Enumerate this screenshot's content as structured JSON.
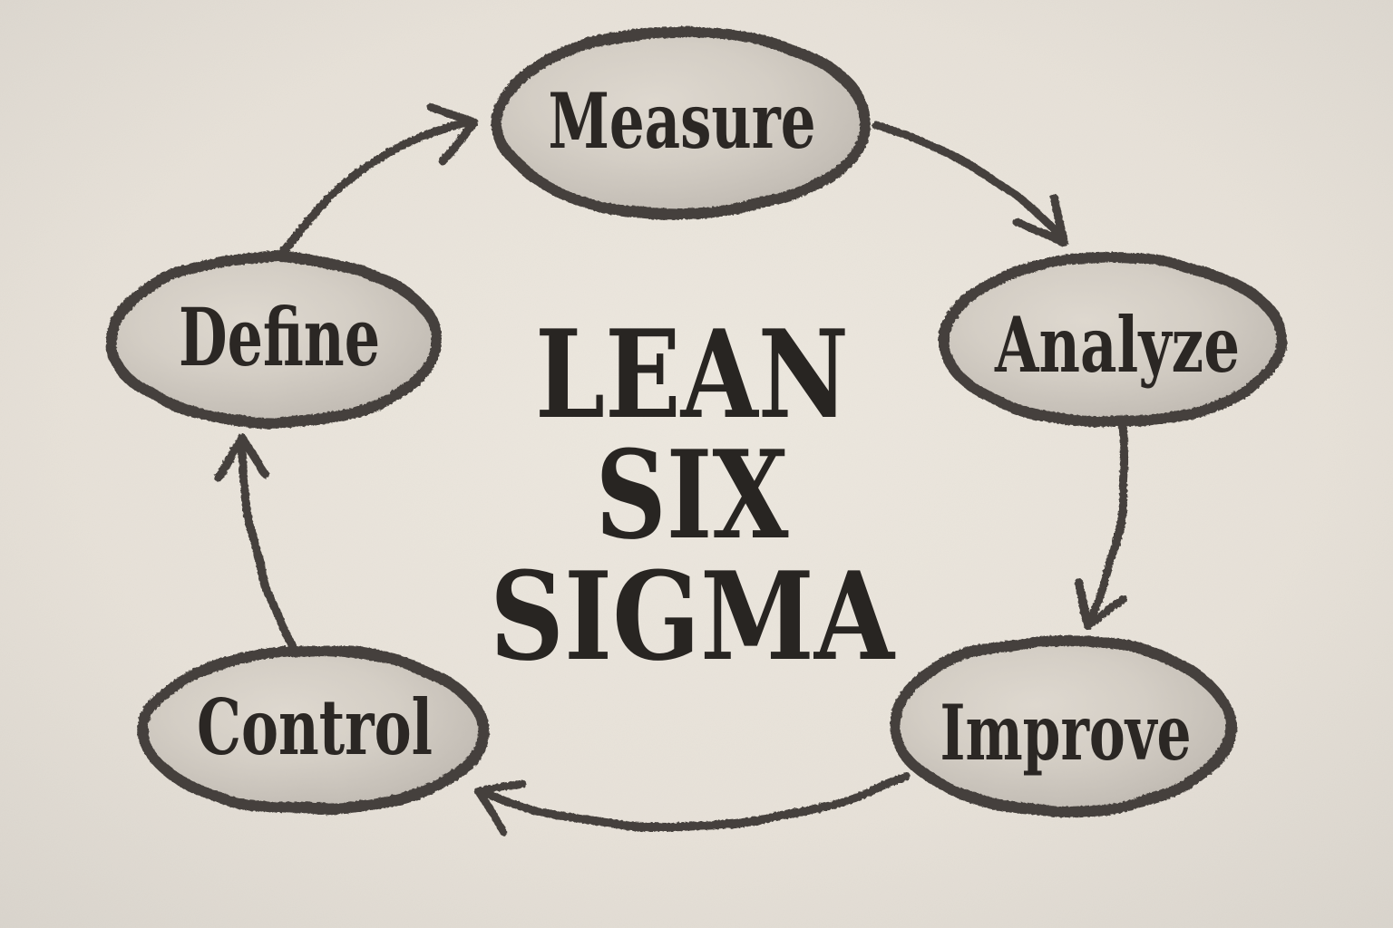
{
  "diagram": {
    "center_title": {
      "lines": [
        "LEAN",
        "SIX",
        "SIGMA"
      ]
    },
    "nodes": [
      {
        "id": "define",
        "label": "Define"
      },
      {
        "id": "measure",
        "label": "Measure"
      },
      {
        "id": "analyze",
        "label": "Analyze"
      },
      {
        "id": "improve",
        "label": "Improve"
      },
      {
        "id": "control",
        "label": "Control"
      }
    ],
    "edges": [
      {
        "from": "Define",
        "to": "Measure"
      },
      {
        "from": "Measure",
        "to": "Analyze"
      },
      {
        "from": "Analyze",
        "to": "Improve"
      },
      {
        "from": "Improve",
        "to": "Control"
      },
      {
        "from": "Control",
        "to": "Define"
      }
    ],
    "colors": {
      "paper": "#eae4db",
      "paper_edge": "#d9d4cc",
      "pencil_stroke": "#45413c",
      "node_fill_light": "#ddd7ce",
      "node_fill_dark": "#bdb7af",
      "text_ink": "#2b2724"
    }
  }
}
